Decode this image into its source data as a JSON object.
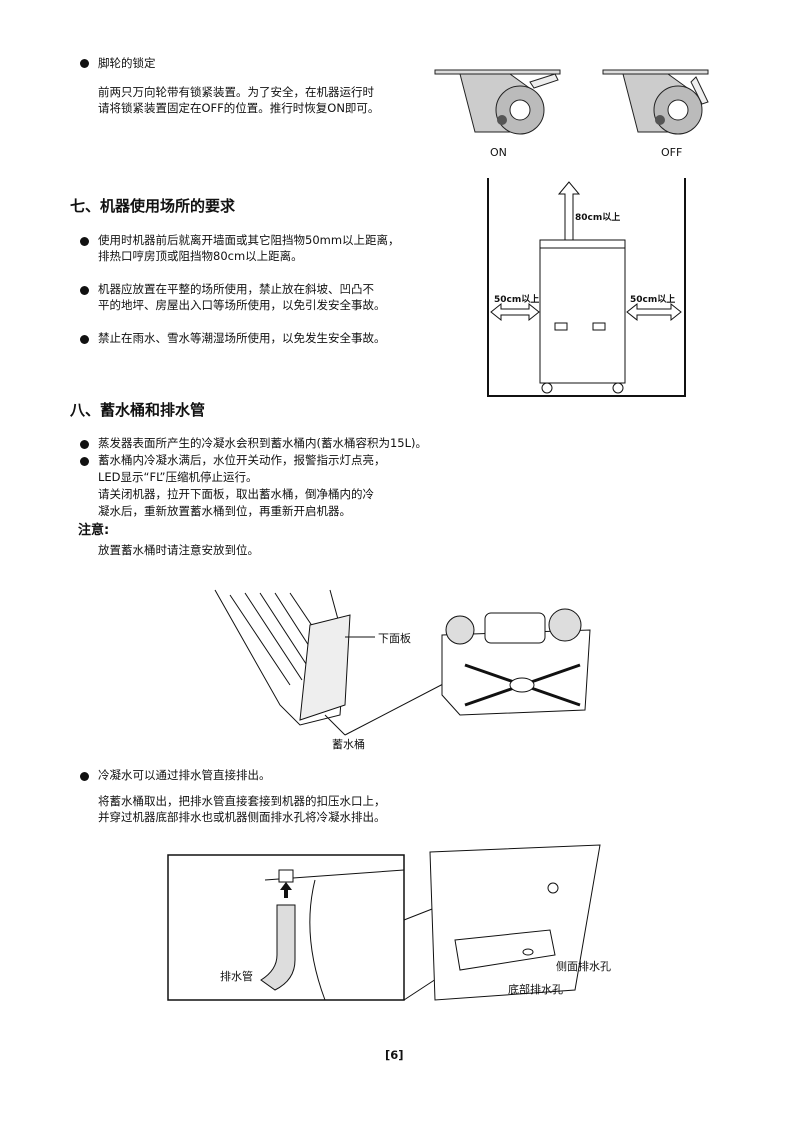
{
  "casters": {
    "title": "脚轮的锁定",
    "lines": [
      "前两只万向轮带有锁紧装置。为了安全，在机器运行时",
      "请将锁紧装置固定在OFF的位置。推行时恢复ON即可。"
    ],
    "on_label": "ON",
    "off_label": "OFF"
  },
  "section7": {
    "heading": "七、机器使用场所的要求",
    "bullets": [
      [
        "使用时机器前后就离开墙面或其它阻挡物50mm以上距离，",
        "排热口哼房顶或阻挡物80cm以上距离。"
      ],
      [
        "机器应放置在平整的场所使用，禁止放在斜坡、凹凸不",
        "平的地坪、房屋出入口等场所使用，以免引发安全事故。"
      ],
      [
        "禁止在雨水、雪水等潮湿场所使用，以免发生安全事故。"
      ]
    ],
    "diagram": {
      "top": "80cm以上",
      "left": "50cm以上",
      "right": "50cm以上"
    }
  },
  "section8": {
    "heading": "八、蓄水桶和排水管",
    "bullet1": "蒸发器表面所产生的冷凝水会积到蓄水桶内(蓄水桶容积为15L)。",
    "bullet2": [
      "蓄水桶内冷凝水满后，水位开关动作，报警指示灯点亮，",
      "LED显示“FL”压缩机停止运行。",
      "请关闭机器，拉开下面板，取出蓄水桶，倒净桶内的冷",
      "凝水后，重新放置蓄水桶到位，再重新开启机器。"
    ],
    "note_title": "注意:",
    "note": "放置蓄水桶时请注意安放到位。",
    "fig1": {
      "panel": "下面板",
      "tank": "蓄水桶"
    },
    "bullet3": "冷凝水可以通过排水管直接排出。",
    "para": [
      "将蓄水桶取出，把排水管直接套接到机器的扣压水口上，",
      "并穿过机器底部排水也或机器侧面排水孔将冷凝水排出。"
    ],
    "fig2": {
      "hose": "排水管",
      "side": "侧面排水孔",
      "bottom": "底部排水孔"
    }
  },
  "page_number": "[6]"
}
